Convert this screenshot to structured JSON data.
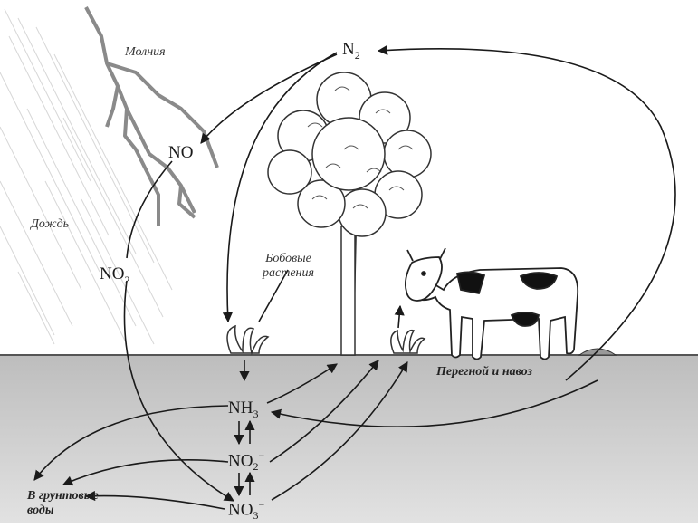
{
  "labels": {
    "n2": "N",
    "n2_sub": "2",
    "no": "NO",
    "no2": "NO",
    "no2_sub": "2",
    "nh3": "NH",
    "nh3_sub": "3",
    "nitrite": "NO",
    "nitrite_sub": "2",
    "nitrite_sup": "−",
    "nitrate": "NO",
    "nitrate_sub": "3",
    "nitrate_sup": "−",
    "lightning": "Молния",
    "rain": "Дождь",
    "legumes_line1": "Бобовые",
    "legumes_line2": "растения",
    "humus": "Перегной и навоз",
    "groundwater_line1": "В грунтовые",
    "groundwater_line2": "воды"
  },
  "colors": {
    "ink": "#1a1a1a",
    "ground": "#c9c9c9",
    "lightning": "#8a8a8a",
    "rain": "#d0d0d0"
  }
}
